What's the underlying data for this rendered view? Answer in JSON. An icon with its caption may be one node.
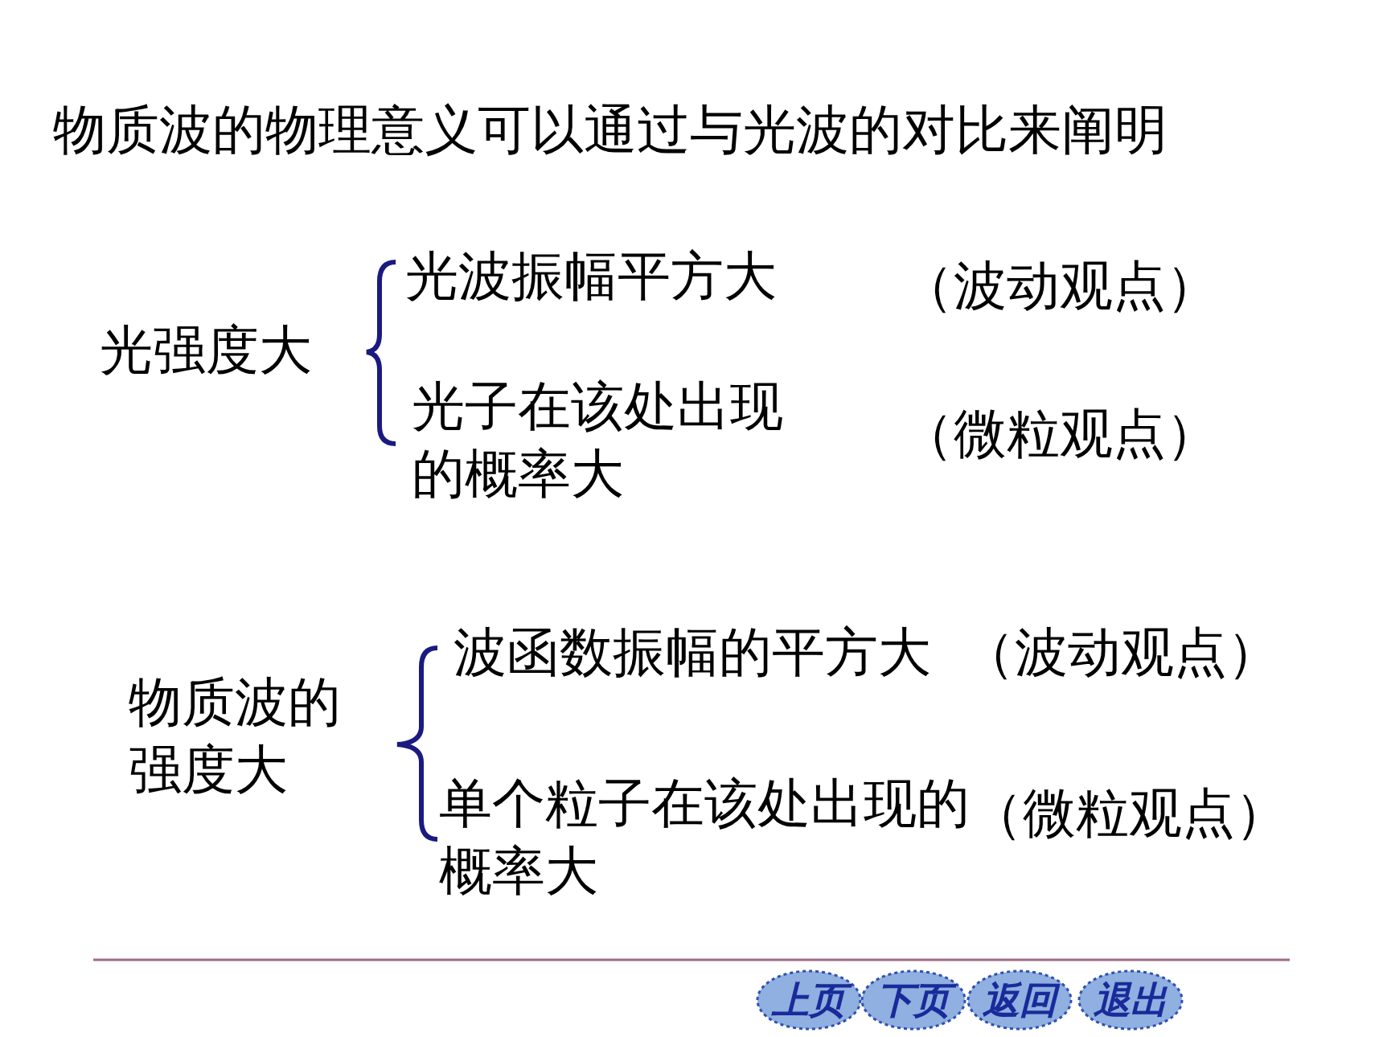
{
  "diagram": {
    "title": "物质波的物理意义可以通过与光波的对比来阐明",
    "nodes": [
      {
        "text": [
          "上页"
        ]
      },
      {
        "text": [
          "下页"
        ]
      },
      {
        "text": [
          "返回"
        ]
      },
      {
        "text": [
          "退出"
        ]
      }
    ],
    "labels": [
      "光强度大",
      "光波振幅平方大",
      "（波动观点）",
      "光子在该处出现的概率大",
      "（微粒观点）",
      "物质波的强度大",
      "波函数振幅的平方大",
      "（波动观点）",
      "单个粒子在该处出现的概率大",
      "（微粒观点）"
    ]
  }
}
